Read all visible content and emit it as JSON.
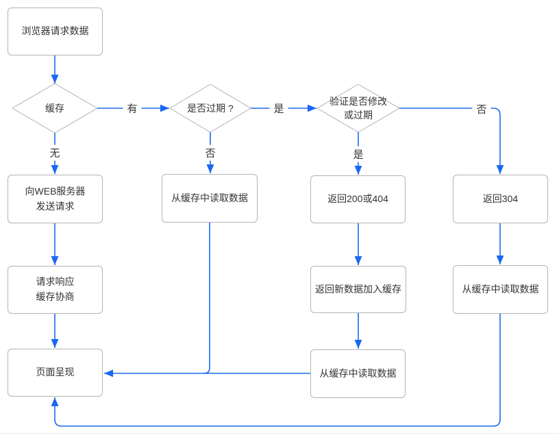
{
  "colors": {
    "line": "#1a68ef",
    "border": "#b3b3b3",
    "text": "#333333"
  },
  "nodes": {
    "browser_request": "浏览器请求数据",
    "cache_decision": "缓存",
    "expired_decision": "是否过期 ?",
    "validate_decision_line1": "验证是否修改",
    "validate_decision_line2": "或过期",
    "send_request_line1": "向WEB服务器",
    "send_request_line2": "发送请求",
    "cache_negotiation_line1": "请求响应",
    "cache_negotiation_line2": "缓存协商",
    "page_render": "页面呈现",
    "read_cache_mid": "从缓存中读取数据",
    "return_200_404": "返回200或404",
    "add_new_data_to_cache": "返回新数据加入缓存",
    "read_cache_after_add": "从缓存中读取数据",
    "return_304": "返回304",
    "read_cache_304": "从缓存中读取数据"
  },
  "edge_labels": {
    "cache_yes": "有",
    "cache_no": "无",
    "expired_yes": "是",
    "expired_no": "否",
    "modified_yes": "是",
    "modified_no": "否"
  }
}
